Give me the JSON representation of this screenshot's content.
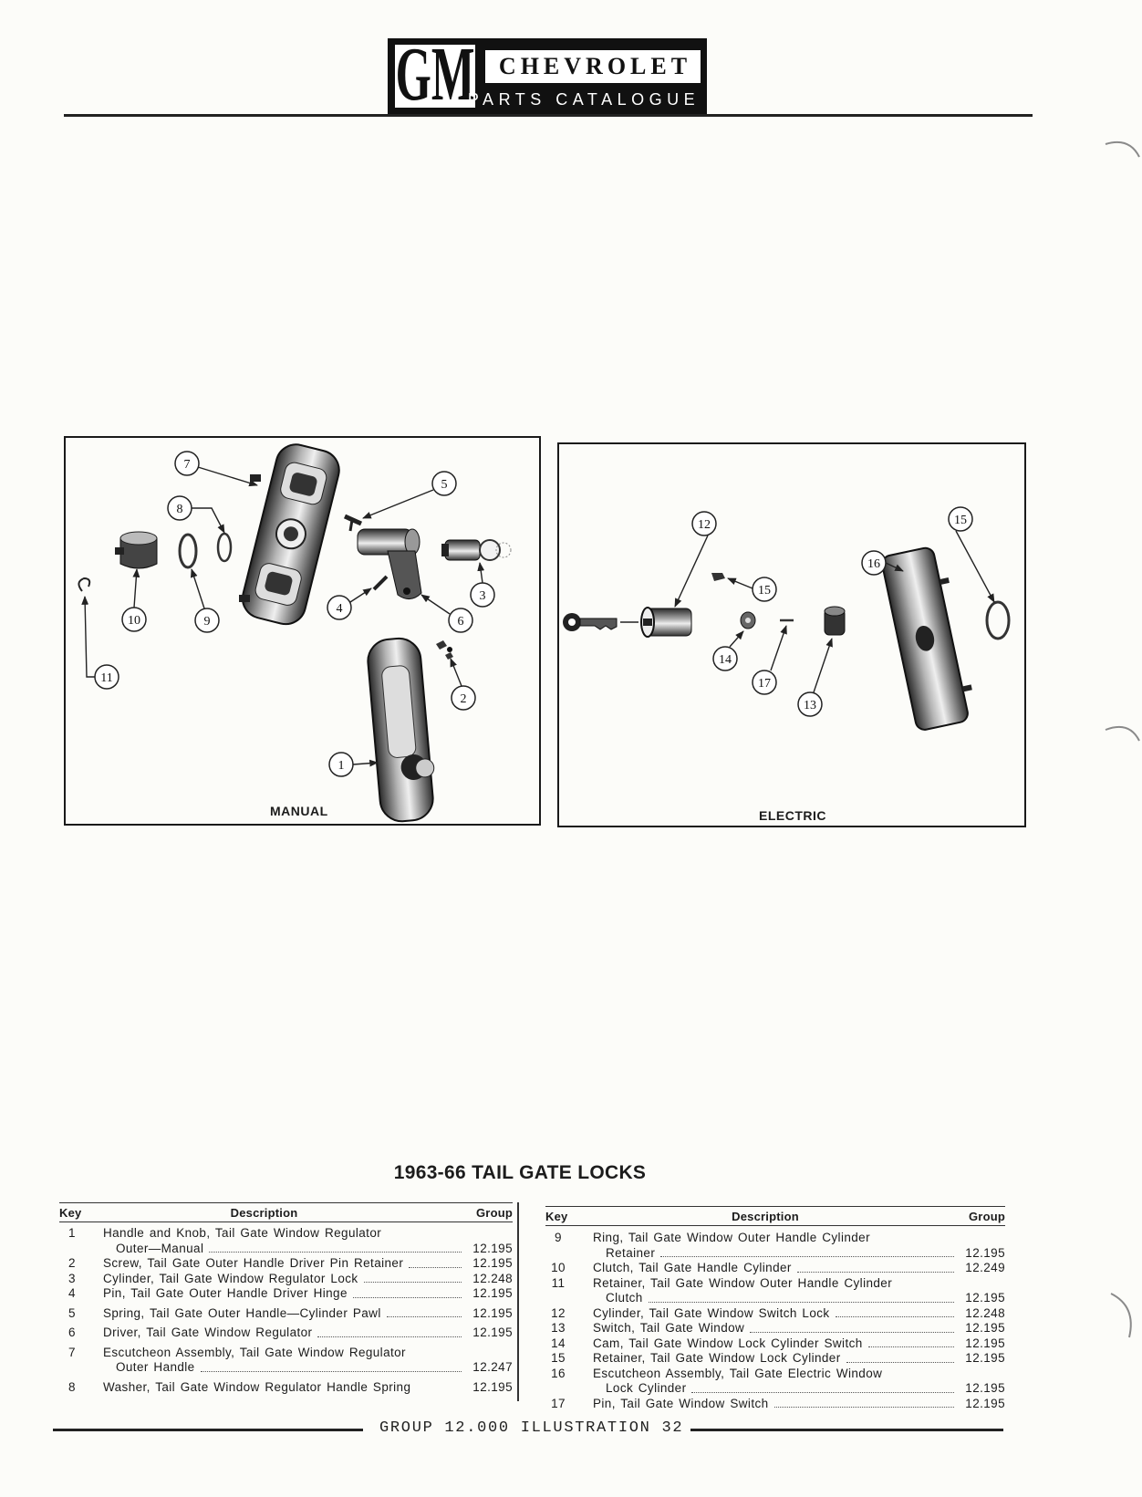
{
  "header": {
    "logo_mark": "GM",
    "brand": "CHEVROLET",
    "subtitle": "PARTS CATALOGUE"
  },
  "illustration": {
    "manual": {
      "label": "MANUAL",
      "callouts": [
        "7",
        "8",
        "5",
        "10",
        "9",
        "4",
        "6",
        "3",
        "11",
        "2",
        "1"
      ]
    },
    "electric": {
      "label": "ELECTRIC",
      "callouts": [
        "12",
        "15",
        "16",
        "15",
        "14",
        "17",
        "13"
      ]
    }
  },
  "title": "1963-66 TAIL GATE LOCKS",
  "table_headers": {
    "key": "Key",
    "description": "Description",
    "group": "Group"
  },
  "left_table": {
    "rows": [
      {
        "key": "1",
        "lines": [
          "Handle and Knob, Tail Gate Window Regulator",
          "Outer—Manual"
        ],
        "group": "12.195"
      },
      {
        "key": "2",
        "lines": [
          "Screw, Tail Gate Outer Handle Driver Pin Retainer"
        ],
        "group": "12.195"
      },
      {
        "key": "3",
        "lines": [
          "Cylinder, Tail Gate Window Regulator Lock"
        ],
        "group": "12.248"
      },
      {
        "key": "4",
        "lines": [
          "Pin, Tail Gate Outer Handle Driver Hinge"
        ],
        "group": "12.195"
      },
      {
        "key": "5",
        "lines": [
          "Spring, Tail Gate Outer Handle—Cylinder Pawl"
        ],
        "group": "12.195"
      },
      {
        "key": "6",
        "lines": [
          "Driver, Tail Gate Window Regulator"
        ],
        "group": "12.195"
      },
      {
        "key": "7",
        "lines": [
          "Escutcheon Assembly, Tail Gate Window Regulator",
          "Outer Handle"
        ],
        "group": "12.247"
      },
      {
        "key": "8",
        "lines": [
          "Washer, Tail Gate Window Regulator Handle Spring"
        ],
        "group": "12.195"
      }
    ]
  },
  "right_table": {
    "rows": [
      {
        "key": "9",
        "lines": [
          "Ring, Tail Gate Window Outer Handle Cylinder",
          "Retainer"
        ],
        "group": "12.195"
      },
      {
        "key": "10",
        "lines": [
          "Clutch, Tail Gate Handle Cylinder"
        ],
        "group": "12.249"
      },
      {
        "key": "11",
        "lines": [
          "Retainer, Tail Gate Window Outer Handle Cylinder",
          "Clutch"
        ],
        "group": "12.195"
      },
      {
        "key": "12",
        "lines": [
          "Cylinder, Tail Gate Window Switch Lock"
        ],
        "group": "12.248"
      },
      {
        "key": "13",
        "lines": [
          "Switch, Tail Gate Window"
        ],
        "group": "12.195"
      },
      {
        "key": "14",
        "lines": [
          "Cam, Tail Gate Window Lock Cylinder Switch"
        ],
        "group": "12.195"
      },
      {
        "key": "15",
        "lines": [
          "Retainer, Tail Gate Window Lock Cylinder"
        ],
        "group": "12.195"
      },
      {
        "key": "16",
        "lines": [
          "Escutcheon Assembly, Tail Gate Electric Window",
          "Lock Cylinder"
        ],
        "group": "12.195"
      },
      {
        "key": "17",
        "lines": [
          "Pin, Tail Gate Window Switch"
        ],
        "group": "12.195"
      }
    ]
  },
  "footer": "GROUP 12.000 ILLUSTRATION 32"
}
